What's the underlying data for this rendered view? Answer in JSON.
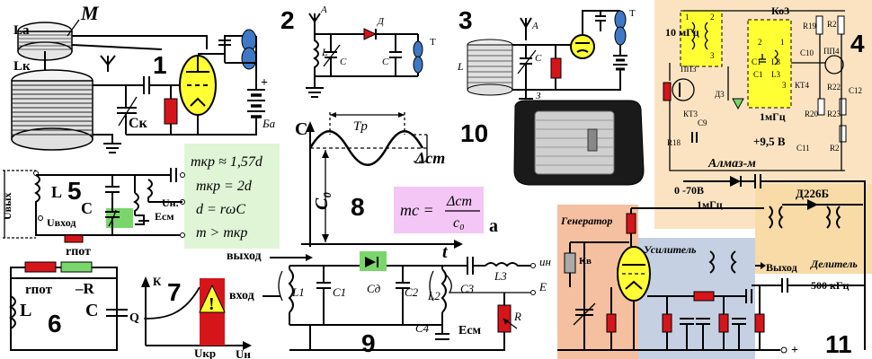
{
  "figure_numbers": [
    "1",
    "2",
    "3",
    "4",
    "5",
    "6",
    "7",
    "8",
    "9",
    "10",
    "11"
  ],
  "fig1": {
    "la": "Lа",
    "lk": "Lк",
    "m": "M",
    "ck": "Cк",
    "ba": "Бa",
    "plus": "+"
  },
  "fig2": {
    "a": "A",
    "d": "Д",
    "l": "L",
    "c1": "C",
    "c2": "C",
    "t": "T"
  },
  "fig3": {
    "a": "A",
    "l": "L",
    "c": "C",
    "t": "T",
    "z": "З"
  },
  "fig4": {
    "ko3": "Ко3",
    "f10": "10 мГц",
    "f1": "1мГц",
    "pp3": "ПП3",
    "kt3": "КТ3",
    "d3": "Д3",
    "r18": "R18",
    "c9": "С9",
    "r19": "R19",
    "r21": "R21",
    "c10": "С10",
    "r22": "R22",
    "c12": "С12",
    "r20": "R20",
    "r23": "R23",
    "c11": "С11",
    "r2": "R2",
    "pp4": "ПП4",
    "kt4": "КТ4",
    "v95": "+9,5 В",
    "title": "Алмаз-м",
    "c1a": "С1",
    "c1b": "С1",
    "l3a": "L3",
    "l3b": "L3",
    "p1": "1",
    "p2": "2",
    "p3": "3",
    "p1b": "1",
    "p2b": "2",
    "p3b": "3"
  },
  "fig5": {
    "uvyh": "Uвых",
    "l": "L",
    "c": "C",
    "uvhod": "Uвход",
    "un": "Uн.",
    "esm": "Есм",
    "rpot": "rпот"
  },
  "fig6": {
    "rpot": "rпот",
    "mr": "–R",
    "l": "L",
    "c": "C"
  },
  "fig7": {
    "k": "К",
    "q": "Q",
    "ukr": "Uкр",
    "un": "Uн",
    "warn": "!"
  },
  "fig8": {
    "c": "C",
    "c0": "C₀",
    "tp": "Tр",
    "dcm": "Δcm",
    "t": "t"
  },
  "fig_formulas": {
    "f1": "mкр ≈ 1,57d",
    "f2": "mкр = 2d",
    "f3": "d = rωC",
    "f4": "m > mкр"
  },
  "mc_formula": {
    "lhs": "mc =",
    "num": "Δcm",
    "den": "c₀",
    "a": "a"
  },
  "fig9": {
    "vyhod": "выход",
    "vhod": "вход",
    "l1": "L1",
    "c1": "C1",
    "cd": "Cд",
    "c2": "C2",
    "l2": "L2",
    "c3": "C3",
    "l3": "L3",
    "un": "uн",
    "e": "E",
    "c4": "C4",
    "esm": "Есм",
    "r": "R"
  },
  "fig11": {
    "top_v": "0 -70В",
    "d226b": "Д226Б",
    "f1mhz": "1мГц",
    "gen": "Генератор",
    "kv": "Кв",
    "amp": "Усилитель",
    "out": "Выход",
    "div": "Делитель",
    "f500": "500 кГц",
    "plus": "+",
    "minus": "-"
  },
  "colors": {
    "orange_panel": "#f5c48f",
    "light_orange": "#fbe3c2",
    "blue_panel": "#c5d0e3",
    "yellow": "#ffff33",
    "green": "#7ad66b",
    "red": "#d6151b",
    "blue_tel": "#3f78c6",
    "pink": "#f4c6f5",
    "light_green": "#dff5d6"
  }
}
